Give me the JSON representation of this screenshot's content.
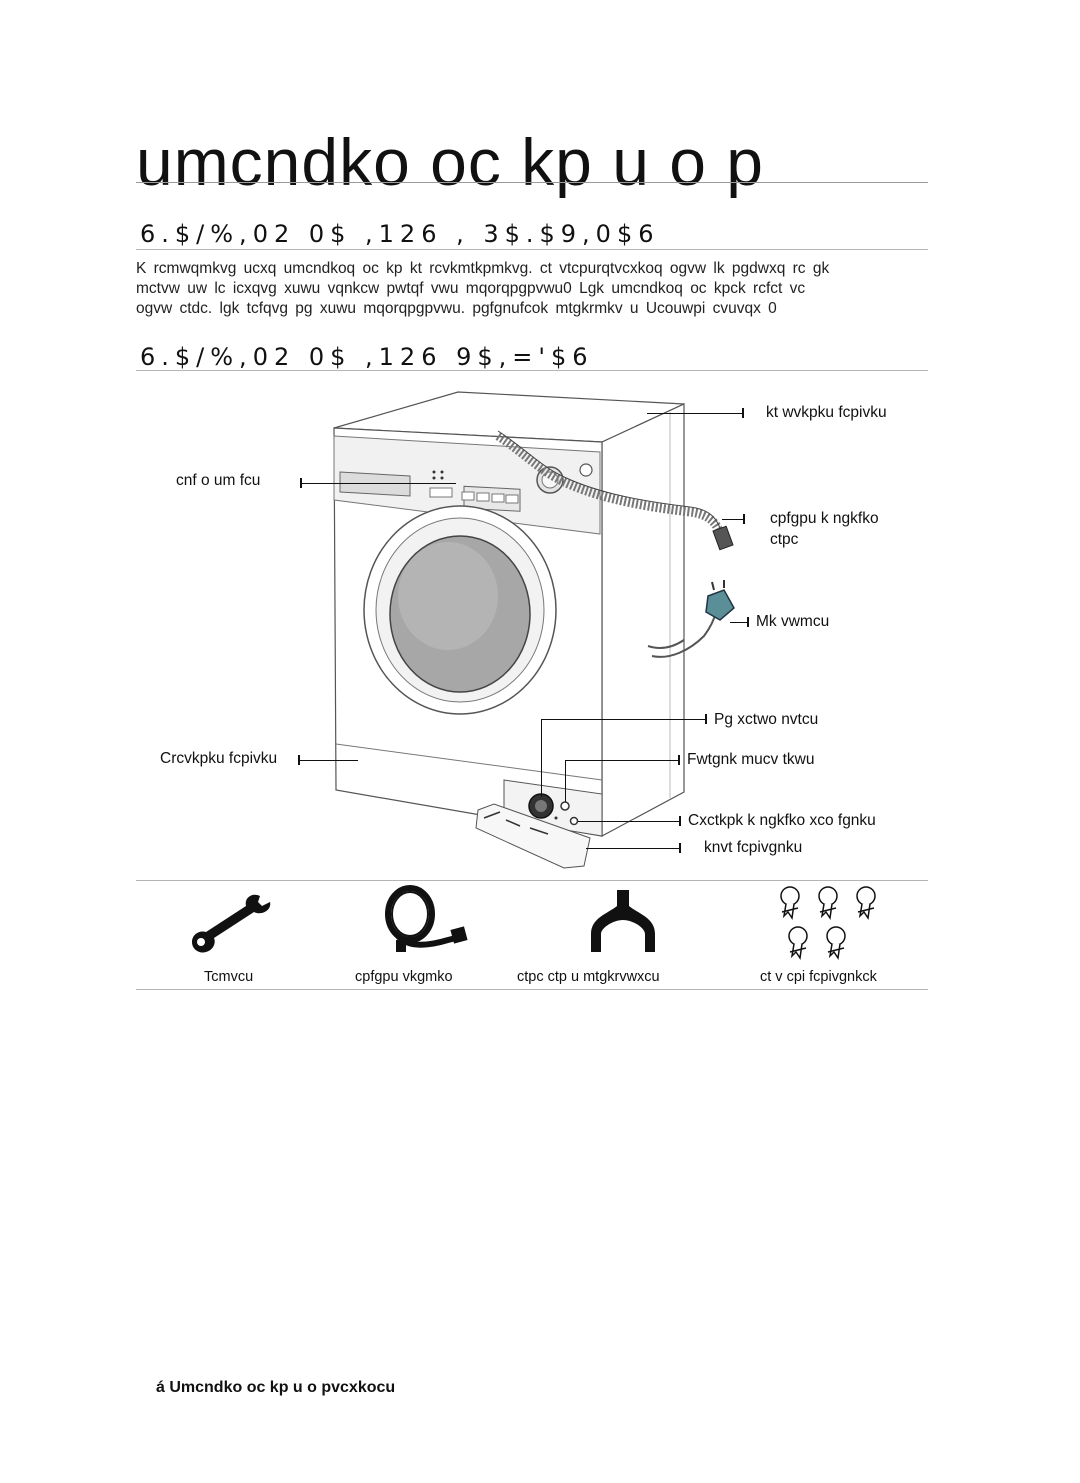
{
  "page": {
    "title": "umcndko      oc    kp     u    o    p",
    "sections": [
      {
        "heading": "6.$/%,02 0$ ,126 , 3$.$9,0$6"
      },
      {
        "heading": "6.$/%,02 0$ ,126 9$,='$6"
      }
    ],
    "paragraph_lines": [
      "K  rcmwqmkvg  ucxq  umcndkoq  oc  kp      kt  rcvkmtkpmkvg.  ct  vtcpurqtvcxkoq  ogvw  lk  pgdwxq  rc  gk",
      "mctvw  uw  lc  icxqvg  xuwu  vqnkcw  pwtqf  vwu  mqorqpgpvwu0  Lgk  umcndkoq  oc  kpck  rcfct  vc",
      "ogvw  ctdc.  lgk  tcfqvg  pg  xuwu  mqorqpgpvwu.  pgfgnufcok  mtgkrmkv  u          Ucouwpi      cvuvqx  0"
    ]
  },
  "diagram": {
    "callouts": {
      "top_cover": "kt    wvkpku    fcpivku",
      "control_panel": "cnf    o      um    fcu",
      "hose_line1": "cpfgpu    k    ngkfko",
      "hose_line2": "ctpc",
      "plug": "Mk    vwmcu",
      "drain_cap": "Pg    xctwo              nvtcu",
      "debris_filter": "Fwtgnk              mucv    tkwu",
      "emergency_drain": "Cxctkpk          k    ngkfko          xco    fgnku",
      "service_panel": "knvt          fcpivgnku",
      "adjustable_feet": "Crcvkpku    fcpivku"
    }
  },
  "accessories": {
    "items": [
      {
        "label": "Tcmvcu",
        "icon": "spanner-icon"
      },
      {
        "label": "cpfgpu    vkgmko",
        "icon": "hose-coil-icon"
      },
      {
        "label": "ctpc      ctp    u    mtgkrvwxcu",
        "icon": "hose-guide-icon"
      },
      {
        "label": "ct    v          cpi          fcpivgnkck",
        "icon": "bolt-cap-icon"
      }
    ]
  },
  "footer": {
    "text": "á Umcndko        oc    kp     u    o    pvcxkocu"
  }
}
